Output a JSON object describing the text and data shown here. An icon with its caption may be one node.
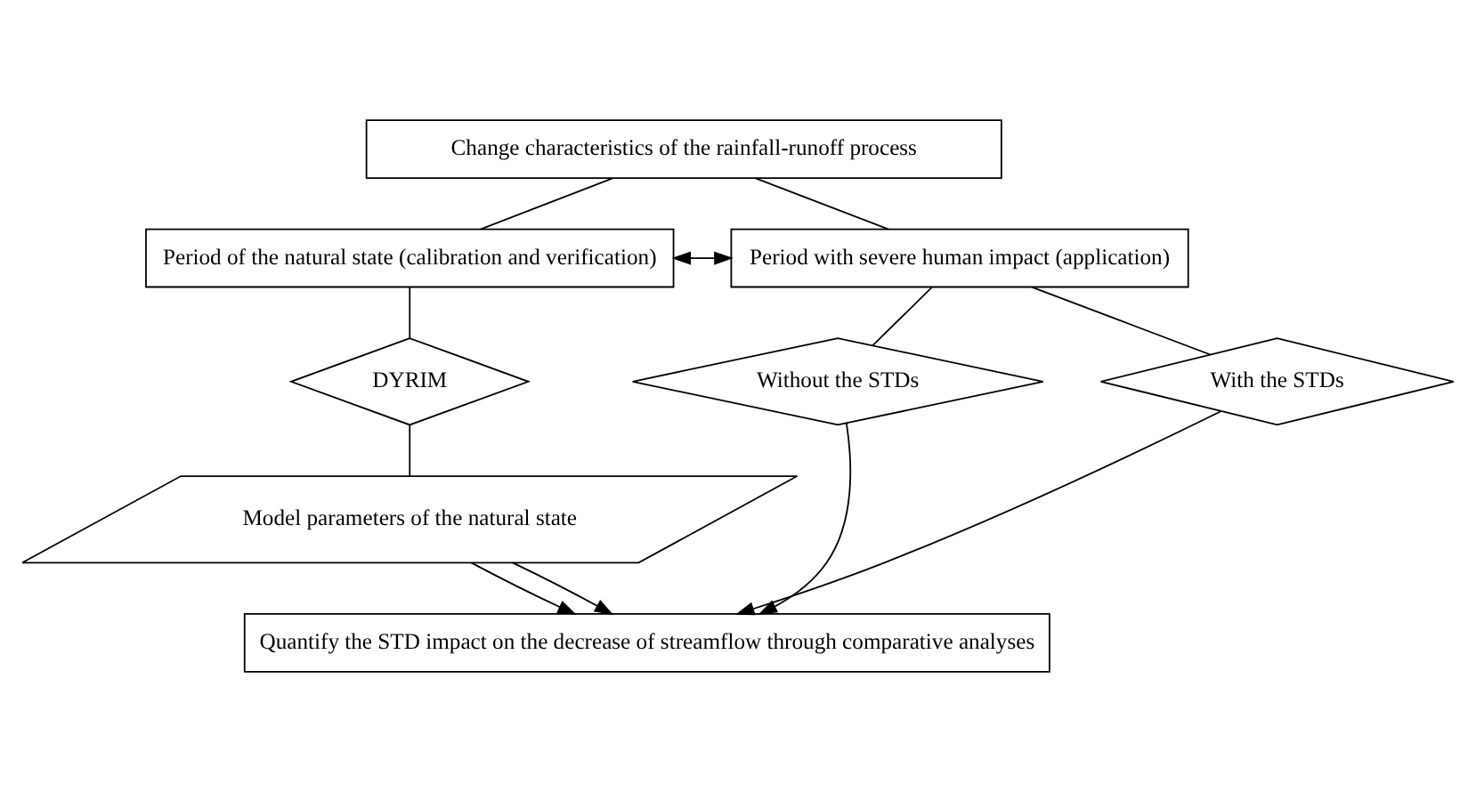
{
  "diagram": {
    "nodes": [
      {
        "text": [
          "Change characteristics of the rainfall-runoff process"
        ]
      },
      {
        "text": [
          "Period of the natural state (calibration and verification)"
        ]
      },
      {
        "text": [
          "Period with severe human impact (application)"
        ]
      },
      {
        "text": [
          "DYRIM"
        ]
      },
      {
        "text": [
          "Without the STDs"
        ]
      },
      {
        "text": [
          "With the STDs"
        ]
      },
      {
        "text": [
          "Model parameters of the natural state"
        ]
      },
      {
        "text": [
          "Quantify the STD impact on the decrease of streamflow through comparative analyses"
        ]
      }
    ],
    "edges": [
      {
        "from": 1,
        "to": 2,
        "arrow": "both"
      },
      {
        "from": 0,
        "to": 1,
        "arrow": "none"
      },
      {
        "from": 0,
        "to": 2,
        "arrow": "none"
      },
      {
        "from": 1,
        "to": 3,
        "arrow": "none"
      },
      {
        "from": 3,
        "to": 6,
        "arrow": "none"
      },
      {
        "from": 2,
        "to": 4,
        "arrow": "none"
      },
      {
        "from": 2,
        "to": 5,
        "arrow": "none"
      },
      {
        "from": 4,
        "to": 7,
        "arrow": "to"
      },
      {
        "from": 5,
        "to": 7,
        "arrow": "to"
      },
      {
        "from": 6,
        "to": 7,
        "arrow": "to"
      },
      {
        "from": 6,
        "to": 7,
        "arrow": "to"
      }
    ]
  }
}
